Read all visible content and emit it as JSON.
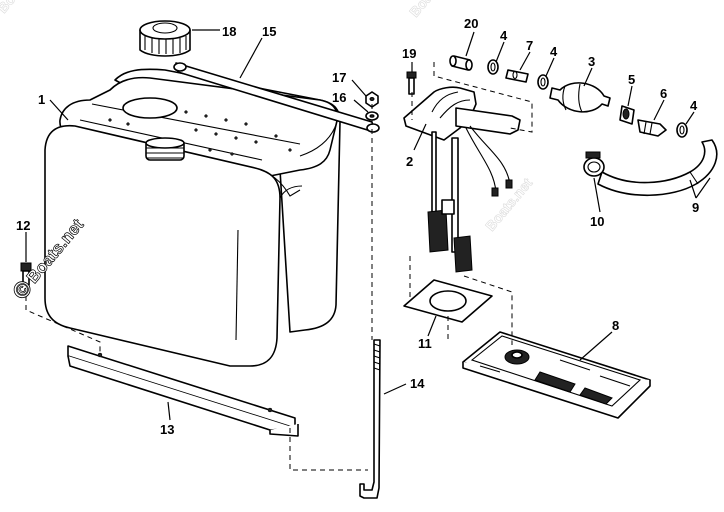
{
  "diagram": {
    "callouts": [
      "1",
      "2",
      "3",
      "4",
      "4",
      "4",
      "5",
      "6",
      "7",
      "8",
      "9",
      "10",
      "11",
      "12",
      "13",
      "14",
      "15",
      "16",
      "17",
      "18",
      "19",
      "20"
    ]
  },
  "watermark": {
    "text": "Boats.net",
    "symbol": "©"
  }
}
